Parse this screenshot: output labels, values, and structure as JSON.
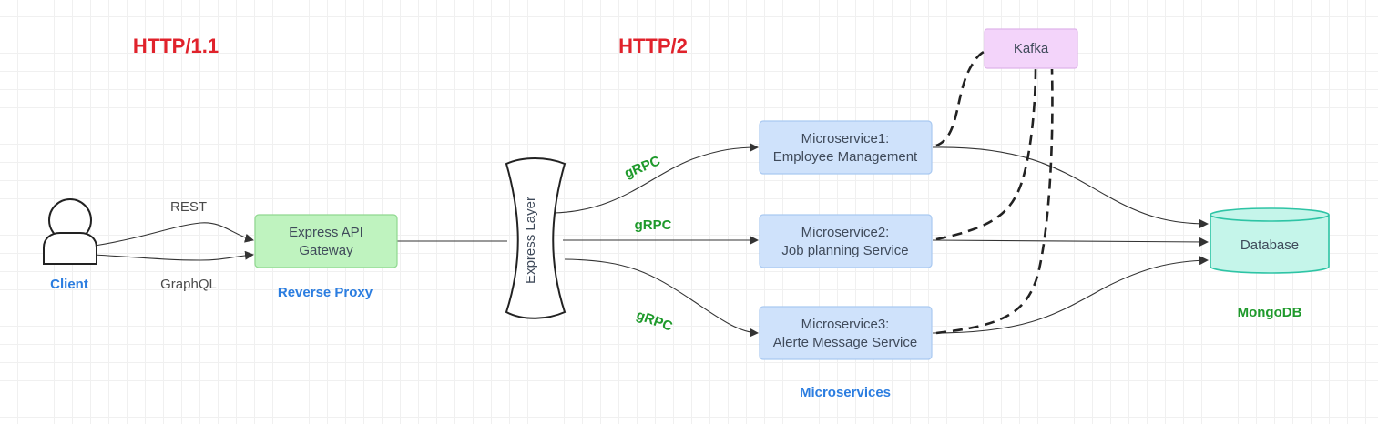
{
  "protocols": {
    "left": "HTTP/1.1",
    "right": "HTTP/2"
  },
  "client": {
    "label": "Client"
  },
  "edges": {
    "rest": "REST",
    "graphql": "GraphQL",
    "grpc_1": "gRPC",
    "grpc_2": "gRPC",
    "grpc_3": "gRPC"
  },
  "gateway": {
    "line1": "Express API",
    "line2": "Gateway",
    "caption": "Reverse Proxy"
  },
  "express_layer": {
    "label": "Express Layer"
  },
  "microservices": [
    {
      "line1": "Microservice1:",
      "line2": "Employee Management"
    },
    {
      "line1": "Microservice2:",
      "line2": "Job planning Service"
    },
    {
      "line1": "Microservice3:",
      "line2": "Alerte Message Service"
    }
  ],
  "microservices_caption": "Microservices",
  "kafka": {
    "label": "Kafka"
  },
  "database": {
    "label": "Database",
    "caption": "MongoDB"
  },
  "colors": {
    "gateway_fill": "#bff3bf",
    "gateway_stroke": "#8fd88f",
    "service_fill": "#cfe2fb",
    "service_stroke": "#a9c9f1",
    "kafka_fill": "#f3d4fa",
    "kafka_stroke": "#dfb3ea",
    "db_fill": "#c5f5ea",
    "db_stroke": "#2ec4a5",
    "protocol_text": "#e0222b",
    "blue_text": "#2b7de0",
    "green_text": "#1f9a2c"
  }
}
